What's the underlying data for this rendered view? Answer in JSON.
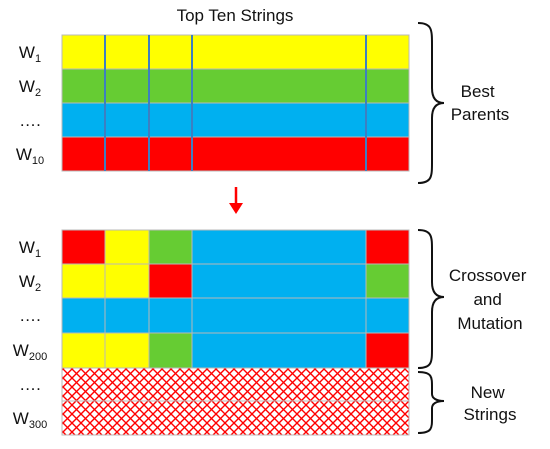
{
  "title": "Top Ten Strings",
  "colors": {
    "yellow": "#ffff00",
    "green": "#66cc33",
    "blue": "#00b0f0",
    "red": "#ff0000",
    "divider": "#3d7fc1",
    "cell_border": "#b8b8b8",
    "arrow": "#ff0000",
    "hatch": "#ff0000"
  },
  "top_block": {
    "rows": [
      {
        "label_main": "W",
        "label_sub": "1",
        "color": "yellow"
      },
      {
        "label_main": "W",
        "label_sub": "2",
        "color": "green"
      },
      {
        "label_main": "….",
        "label_sub": "",
        "color": "blue"
      },
      {
        "label_main": "W",
        "label_sub": "10",
        "color": "red"
      }
    ],
    "brace_label": [
      "Best",
      "Parents"
    ]
  },
  "bottom_block": {
    "rows": [
      {
        "label_main": "W",
        "label_sub": "1",
        "segments": [
          "red",
          "yellow",
          "green",
          "blue",
          "red"
        ]
      },
      {
        "label_main": "W",
        "label_sub": "2",
        "segments": [
          "yellow",
          "yellow",
          "red",
          "blue",
          "green"
        ]
      },
      {
        "label_main": "….",
        "label_sub": "",
        "segments": [
          "blue",
          "blue",
          "blue",
          "blue",
          "blue"
        ]
      },
      {
        "label_main": "W",
        "label_sub": "200",
        "segments": [
          "yellow",
          "yellow",
          "green",
          "blue",
          "red"
        ]
      }
    ],
    "new_rows": [
      {
        "label_main": "….",
        "label_sub": ""
      },
      {
        "label_main": "W",
        "label_sub": "300"
      }
    ],
    "brace_label_crossover": [
      "Crossover",
      "and",
      "Mutation"
    ],
    "brace_label_new": [
      "New",
      "Strings"
    ]
  }
}
